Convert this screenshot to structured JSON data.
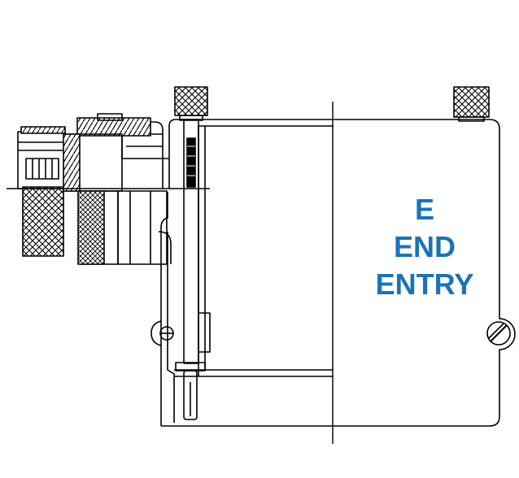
{
  "label": {
    "lines": [
      "E",
      "END",
      "ENTRY"
    ],
    "color": "#1a73b8"
  },
  "line_color": "#000000",
  "background": "#ffffff",
  "components": {
    "connector": "circular-connector",
    "knurled_knobs": [
      "knurled-screw-left",
      "knurled-screw-right"
    ],
    "slot_screw": "slotted-screw"
  }
}
